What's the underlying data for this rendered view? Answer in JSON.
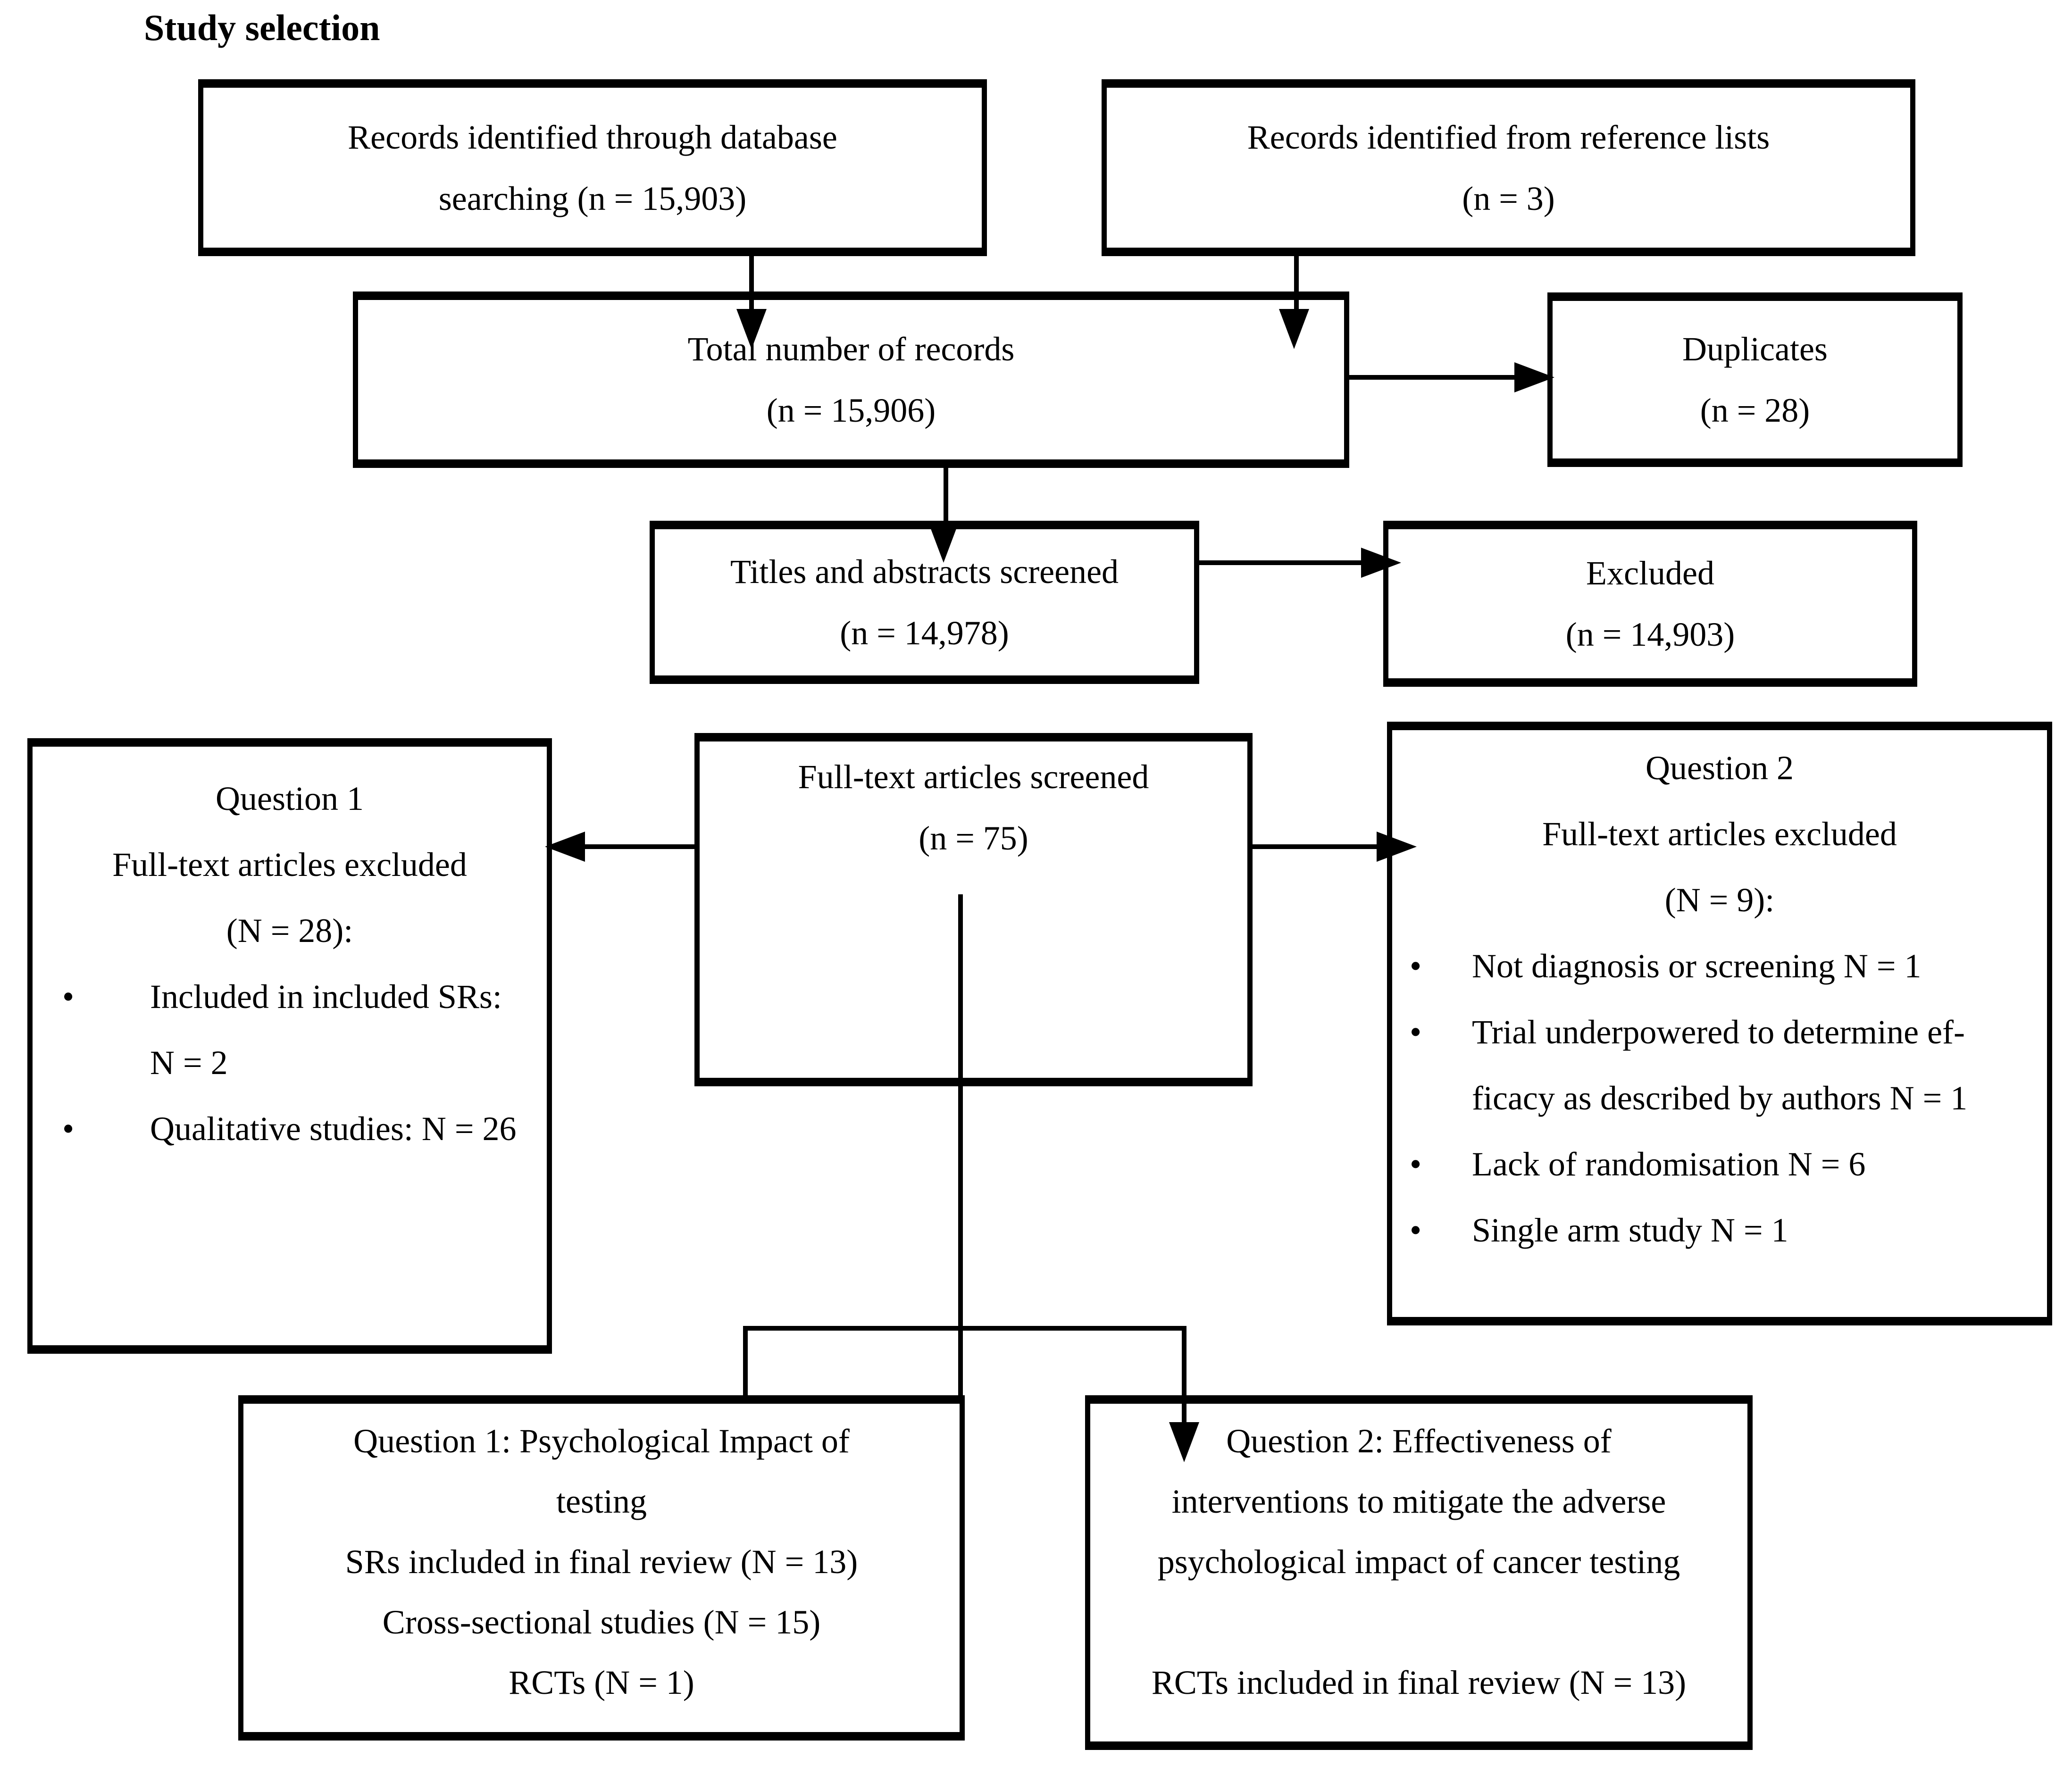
{
  "title": "Study selection",
  "colors": {
    "ink": "#000000",
    "background": "#ffffff"
  },
  "boxes": {
    "db": {
      "lines": [
        "Records identified through database",
        "searching (n = 15,903)"
      ]
    },
    "ref": {
      "lines": [
        "Records identified from reference lists",
        "(n = 3)"
      ]
    },
    "total": {
      "lines": [
        "Total number of records",
        "(n = 15,906)"
      ]
    },
    "dup": {
      "lines": [
        "Duplicates",
        "(n = 28)"
      ]
    },
    "titles": {
      "lines": [
        "Titles and abstracts screened",
        "(n = 14,978)"
      ]
    },
    "excluded": {
      "lines": [
        "Excluded",
        "(n = 14,903)"
      ]
    },
    "fulltext": {
      "lines": [
        "Full-text articles screened",
        "(n = 75)"
      ]
    },
    "q1ex": {
      "header": [
        "Question 1",
        "Full-text articles excluded",
        "(N = 28):"
      ],
      "bullet_char": "•",
      "bullets": [
        {
          "lines": [
            "Included in included SRs:",
            "N = 2"
          ]
        },
        {
          "lines": [
            "Qualitative studies: N = 26"
          ]
        }
      ]
    },
    "q2ex": {
      "header": [
        "Question 2",
        "Full-text articles excluded",
        "(N = 9):"
      ],
      "bullet_char": "•",
      "bullets": [
        {
          "lines": [
            "Not diagnosis or screening N = 1"
          ]
        },
        {
          "lines": [
            "Trial underpowered to determine ef-",
            "ficacy as described by authors N = 1"
          ]
        },
        {
          "lines": [
            "Lack of randomisation N = 6"
          ]
        },
        {
          "lines": [
            "Single arm study N = 1"
          ]
        }
      ]
    },
    "bottom_left": {
      "lines": [
        "Question 1: Psychological Impact of",
        "testing",
        "SRs included in final review (N = 13)",
        "Cross-sectional studies (N = 15)",
        "RCTs (N = 1)"
      ]
    },
    "bottom_right": {
      "lines": [
        "Question 2: Effectiveness of",
        "interventions to mitigate the adverse",
        "psychological impact of cancer testing",
        "",
        "RCTs included in final review (N = 13)"
      ]
    }
  }
}
